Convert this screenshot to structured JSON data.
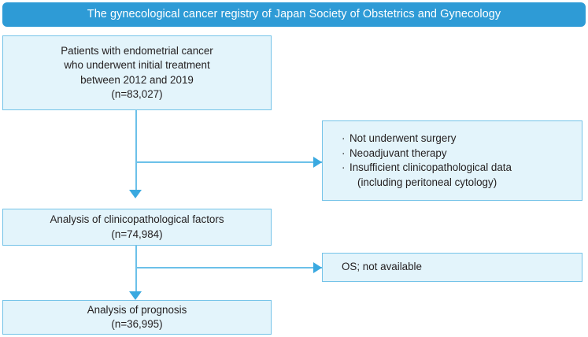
{
  "header": {
    "title": "The gynecological cancer registry of Japan Society of Obstetrics and Gynecology",
    "background_color": "#2e9bd6",
    "text_color": "#ffffff"
  },
  "theme": {
    "box_fill": "#e3f4fb",
    "box_border": "#74c3e8",
    "connector_color": "#6cc1e9",
    "arrow_color": "#3aa9e0",
    "text_color": "#231f20"
  },
  "nodes": {
    "cohort": {
      "name": "study-cohort-box",
      "lines": [
        "Patients with endometrial cancer",
        "who underwent initial treatment",
        "between 2012 and 2019",
        "(n=83,027)"
      ],
      "count_label": "(n=83,027)",
      "count_value": 83027
    },
    "exclusion1": {
      "name": "exclusion-criteria-box",
      "bullet_marker": "·",
      "items": [
        {
          "text": "Not underwent surgery",
          "sub": ""
        },
        {
          "text": "Neoadjuvant therapy",
          "sub": ""
        },
        {
          "text": "Insufficient clinicopathological data",
          "sub": "(including peritoneal cytology)"
        }
      ]
    },
    "analysis": {
      "name": "clinicopathological-analysis-box",
      "lines": [
        "Analysis of clinicopathological factors",
        "(n=74,984)"
      ],
      "count_label": "(n=74,984)",
      "count_value": 74984
    },
    "exclusion2": {
      "name": "os-exclusion-box",
      "text": "OS; not available"
    },
    "prognosis": {
      "name": "prognosis-analysis-box",
      "lines": [
        "Analysis of prognosis",
        "(n=36,995)"
      ],
      "count_label": "(n=36,995)",
      "count_value": 36995
    }
  }
}
